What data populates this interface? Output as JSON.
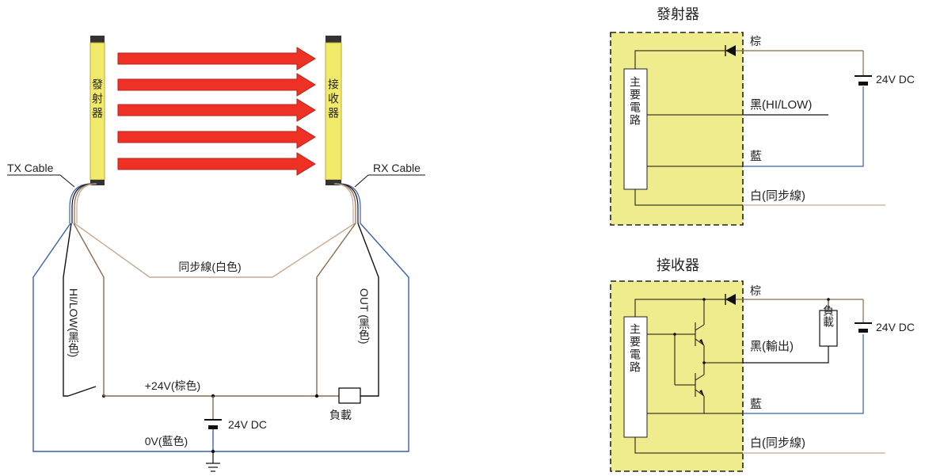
{
  "colors": {
    "brown": "#8b6a4f",
    "blue": "#3a5fb0",
    "tan": "#c8aa94",
    "black": "#111111",
    "panel_fill": "#eeec8c",
    "curtain_fill": "#f2ea6a",
    "arrow_red": "#ee3124",
    "arrow_edge": "#b8221a"
  },
  "left_diagram": {
    "emitter_label": "發射器",
    "receiver_label": "接收器",
    "tx_cable": "TX Cable",
    "rx_cable": "RX Cable",
    "sync_wire": "同步線(白色)",
    "hi_low_wire": "HI/LOW(黑色)",
    "out_wire": "OUT (黑色)",
    "plus24v": "+24V(棕色)",
    "supply": "24V DC",
    "zero_v": "0V(藍色)",
    "load": "負載"
  },
  "emitter_panel": {
    "title": "發射器",
    "main_circuit": "主要電路",
    "brown": "棕",
    "black": "黑(HI/LOW)",
    "blue": "藍",
    "white": "白(同步線)",
    "supply": "24V DC"
  },
  "receiver_panel": {
    "title": "接收器",
    "main_circuit": "主要電路",
    "brown": "棕",
    "black": "黑(輸出)",
    "blue": "藍",
    "white": "白(同步線)",
    "supply": "24V DC",
    "load": "負載"
  }
}
